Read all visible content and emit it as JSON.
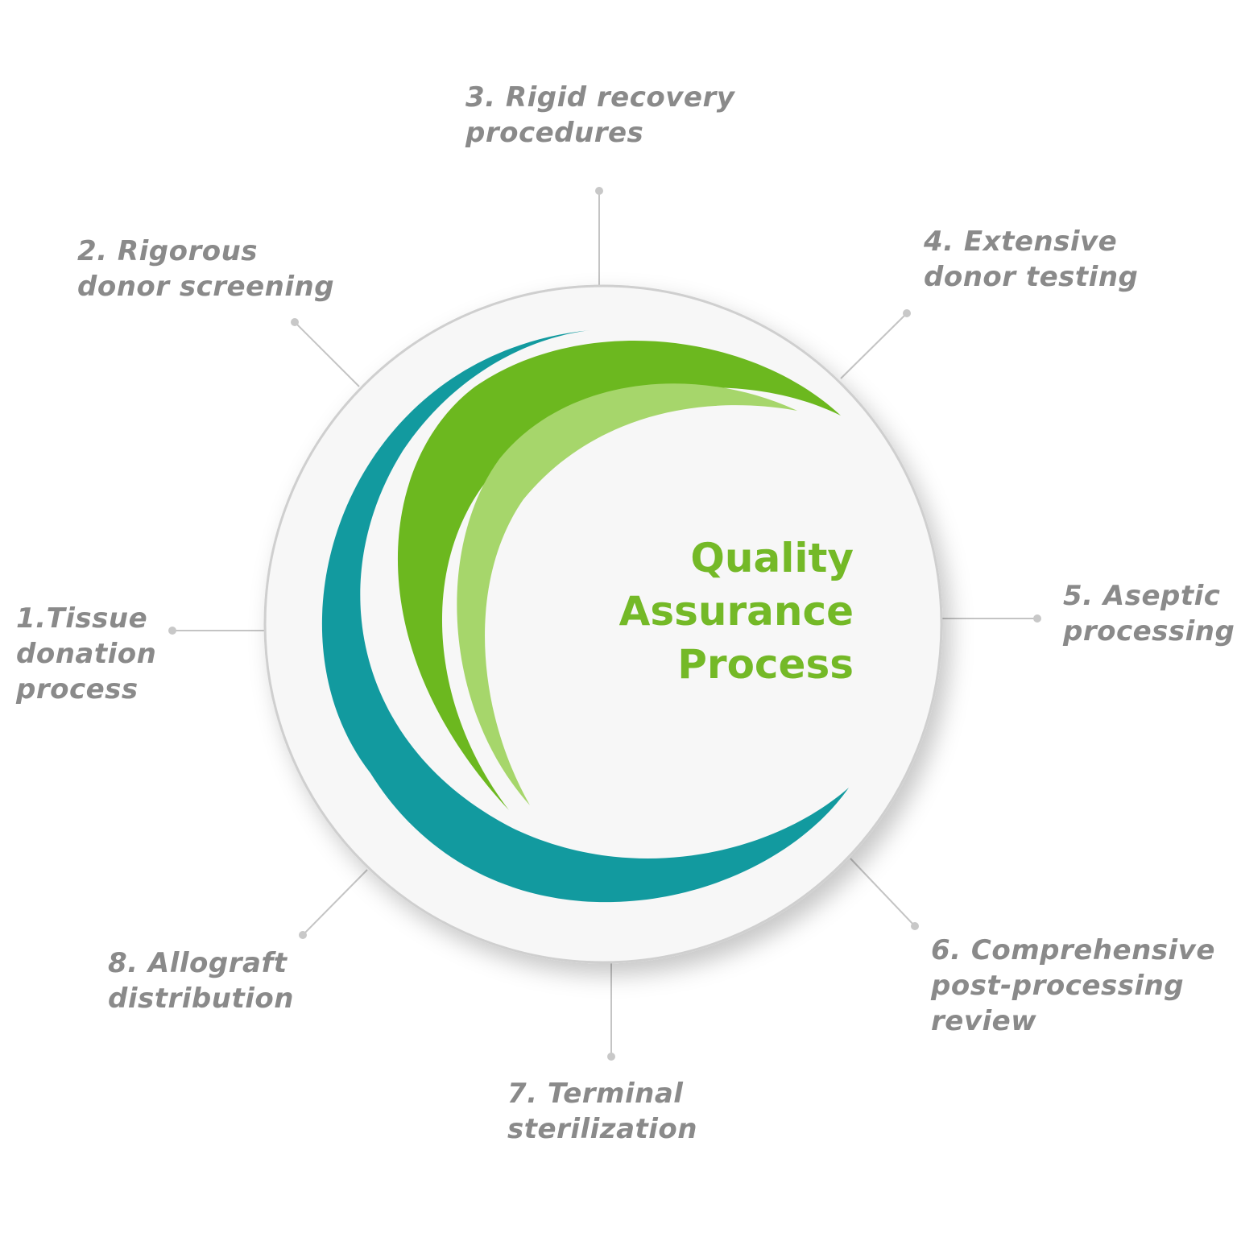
{
  "title_lines": [
    "Quality",
    "Assurance",
    "Process"
  ],
  "steps": [
    {
      "lines": [
        "1.Tissue",
        "donation",
        "process"
      ]
    },
    {
      "lines": [
        "2. Rigorous",
        "donor screening"
      ]
    },
    {
      "lines": [
        "3. Rigid recovery",
        "procedures"
      ]
    },
    {
      "lines": [
        "4. Extensive",
        "donor testing"
      ]
    },
    {
      "lines": [
        "5. Aseptic",
        "processing"
      ]
    },
    {
      "lines": [
        "6. Comprehensive",
        "post-processing",
        "review"
      ]
    },
    {
      "lines": [
        "7. Terminal",
        "sterilization"
      ]
    },
    {
      "lines": [
        "8. Allograft",
        "distribution"
      ]
    }
  ],
  "colors": {
    "teal_arc": "#129a9f",
    "green_arc": "#6cb81f",
    "light_green_arc": "#a6d66b",
    "title": "#74b927",
    "label_text": "#8a8a8a",
    "connector": "#c4c4c4",
    "circle_fill": "#f7f7f7",
    "circle_border": "#cfcfcf"
  }
}
